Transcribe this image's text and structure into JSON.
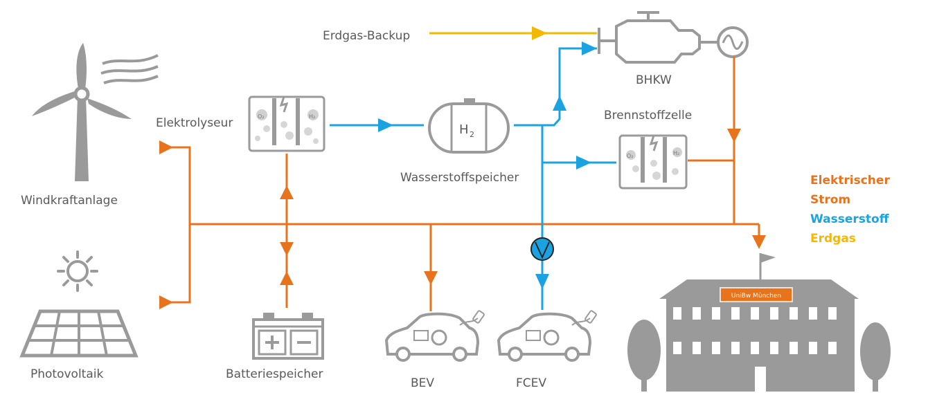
{
  "labels": {
    "wind": "Windkraftanlage",
    "pv": "Photovoltaik",
    "electrolyzer": "Elektrolyseur",
    "battery": "Batteriespeicher",
    "h2_storage": "Wasserstoffspeicher",
    "h2_symbol": "H",
    "h2_subscript": "2",
    "gas_backup": "Erdgas-Backup",
    "chp": "BHKW",
    "fuel_cell": "Brennstoffzelle",
    "bev": "BEV",
    "fcev": "FCEV",
    "building_sign": "UniBw München",
    "o2": "O₂",
    "h2": "H₂"
  },
  "legend": [
    {
      "text": "Elektrischer",
      "color": "#e8731d"
    },
    {
      "text": "Strom",
      "color": "#e8731d"
    },
    {
      "text": "Wasserstoff",
      "color": "#1aa3e0"
    },
    {
      "text": "Erdgas",
      "color": "#f5b800"
    }
  ],
  "colors": {
    "electric": "#e8731d",
    "hydrogen": "#1aa3e0",
    "gas": "#f5b800",
    "icon_gray": "#9a9a9a",
    "text_gray": "#595959"
  }
}
